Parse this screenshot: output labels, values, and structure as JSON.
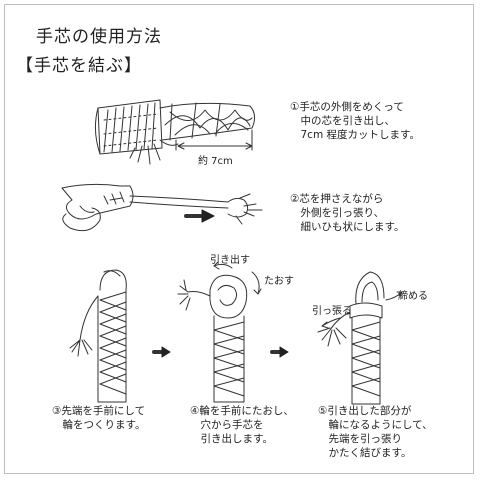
{
  "title": "手芯の使用方法",
  "subtitle": "【手芯を結ぶ】",
  "steps": [
    {
      "text": "①手芯の外側をめくって\n　中の芯を引き出し、\n　7cm 程度カットします。"
    },
    {
      "text": "②芯を押さえながら\n　外側を引っ張り、\n　細いひも状にします。"
    },
    {
      "text": "③先端を手前にして\n　輪をつくります。"
    },
    {
      "text": "④輪を手前にたおし、\n　穴から手芯を\n　引き出します。"
    },
    {
      "text": "⑤引き出した部分が\n　輪になるようにして、\n　先端を引っ張り\n　かたく結びます。"
    }
  ],
  "labels": {
    "length": "約 7cm",
    "pull_out": "引き出す",
    "fold": "たおす",
    "tighten": "締める",
    "pull": "引っ張る"
  },
  "colors": {
    "line": "#333333",
    "frame": "#bfbfbf",
    "arrow": "#222222"
  }
}
